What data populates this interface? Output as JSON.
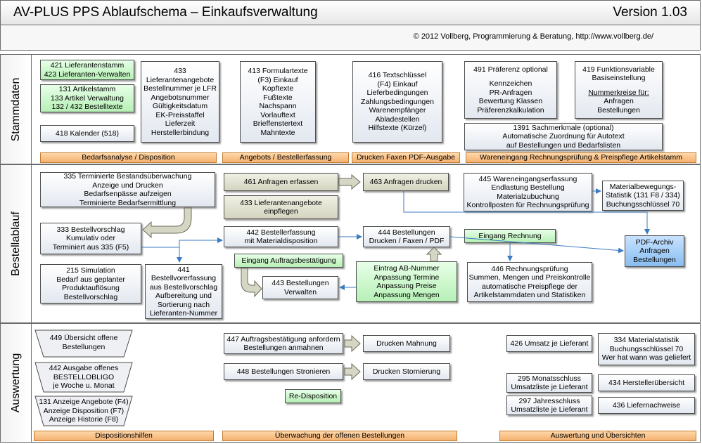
{
  "header": {
    "title": "AV-PLUS PPS   Ablaufschema – Einkaufsverwaltung",
    "version": "Version 1.03",
    "copyright": "© 2012 Vollberg,   Programmierung & Beratung,  http://www.vollberg.de/"
  },
  "bands": {
    "stammdaten": "Stammdaten",
    "bestellablauf": "Bestellablauf",
    "auswertung": "Auswertung"
  },
  "stammdaten": {
    "b421": [
      "421 Lieferantenstamm",
      "423 Lieferanten-Verwalten"
    ],
    "b131": [
      "131 Artikelstamm",
      "133 Artikel Verwaltung",
      "132 / 432 Bestelltexte"
    ],
    "b418": [
      "418 Kalender (518)"
    ],
    "b433": [
      "433",
      "Lieferantenangebote",
      "Bestellnummer je LFR",
      "Angebotsnummer",
      "Gültigkeitsdatum",
      "EK-Preisstaffel",
      "Lieferzeit",
      "Herstellerbindung"
    ],
    "b413": [
      "413 Formulartexte",
      "(F3) Einkauf",
      "Kopftexte",
      "Fußtexte",
      "Nachspann",
      "Vorlauftext",
      "Brieffenstertext",
      "Mahntexte"
    ],
    "b416": [
      "416 Textschlüssel",
      "(F4) Einkauf",
      "Lieferbedingungen",
      "Zahlungsbedingungen",
      "Warenempfänger",
      "Abladestellen",
      "Hilfstexte (Kürzel)"
    ],
    "b491": [
      "491 Präferenz optional",
      "",
      "Kennzeichen",
      "PR-Anfragen",
      "Bewertung Klassen",
      "Präferenzkalkulation"
    ],
    "b419_head": [
      "419 Funktionsvariable",
      "Basiseinstellung"
    ],
    "b419_link": "Nummerkreise für:",
    "b419_tail": [
      "Anfragen",
      "Bestellungen"
    ],
    "b1391": [
      "1391 Sachmerkmale (optional)",
      "Automatische Zuordnung für Autotext",
      "auf Bestellungen und Bedarfslisten"
    ],
    "orange": [
      "Bedarfsanalyse / Disposition",
      "Angebots / Bestellerfassung",
      "Drucken Faxen PDF-Ausgabe",
      "Wareneingang Rechnungsprüfung & Preispflege Artikelstamm"
    ]
  },
  "bestellablauf": {
    "b335": [
      "335 Terminierte Bestandsüberwachung",
      "Anzeige und Drucken",
      "Bedarfsenpässe aufzeigen",
      "Terminierte Bedarfsermittlung"
    ],
    "b333": [
      "333 Bestellvorschlag",
      "Kumulativ oder",
      "Terminiert aus 335 (F5)"
    ],
    "b215": [
      "215 Simulation",
      "Bedarf aus geplanter",
      "Produktauflösung",
      "Bestellvorschlag"
    ],
    "b441": [
      "441",
      "Bestellvorerfassung",
      "aus Bestellvorschlag",
      "Aufbereitung und",
      "Sortierung nach",
      "Lieferanten-Nummer"
    ],
    "b461": [
      "461 Anfragen erfassen"
    ],
    "b433e": [
      "433 Lieferantenangebote",
      "einpflegen"
    ],
    "b442": [
      "442 Bestellerfassung",
      "mit Materialdisposition"
    ],
    "auftrag": [
      "Eingang Auftragsbestätigung"
    ],
    "b443": [
      "443 Bestellungen",
      "Verwalten"
    ],
    "b463": [
      "463 Anfragen drucken"
    ],
    "b444": [
      "444 Bestellungen",
      "Drucken / Faxen / PDF"
    ],
    "eintrag": [
      "Eintrag AB-Nummer",
      "Anpassung Termine",
      "Anpassung Preise",
      "Anpassung Mengen"
    ],
    "b445": [
      "445 Wareneingangserfassung",
      "Endlastung Bestellung",
      "Materialzubuchung",
      "Kontrollposten für Rechnungsprüfung"
    ],
    "material": [
      "Materialbewegungs-",
      "Statistik (131 F8 / 334)",
      "Buchungsschlüssel 70"
    ],
    "rechnung": [
      "Eingang Rechnung"
    ],
    "b446": [
      "446 Rechnungsprüfung",
      "Summen, Mengen und Preiskontrolle",
      "automatische Preispflege der",
      "Artikelstammdaten und Statistiken"
    ],
    "pdf": [
      "PDF-Archiv",
      "Anfragen",
      "Bestellungen"
    ]
  },
  "auswertung": {
    "b449": [
      "449 Übersicht offene",
      "Bestellungen"
    ],
    "b442a": [
      "442  Ausgabe offenes",
      "BESTELLOBLIGO",
      "je Woche u. Monat"
    ],
    "b131a": [
      "131 Anzeige Angebote (F4)",
      "Anzeige Disposition (F7)",
      "Anzeige Historie (F8)"
    ],
    "b447": [
      "447 Auftragsbestätigung anfordern",
      "Bestellungen anmahnen"
    ],
    "mahnung": [
      "Drucken Mahnung"
    ],
    "b448": [
      "448 Bestellungen Stronieren"
    ],
    "storn": [
      "Drucken Stornierung"
    ],
    "redispo": [
      "Re-Disposition"
    ],
    "b426": [
      "426 Umsatz je Lieferant"
    ],
    "b334": [
      "334 Materialstatistik",
      "Buchungsschlüssel 70",
      "Wer hat wann was geliefert"
    ],
    "b295": [
      "295 Monatsschluss",
      "Umsatzliste je Lieferant"
    ],
    "b434": [
      "434 Herstellerübersicht"
    ],
    "b297": [
      "297 Jahresschluss",
      "Umsatzliste je Lieferant"
    ],
    "b436": [
      "436 Liefernachweise"
    ],
    "orange": [
      "Dispositionshilfen",
      "Überwachung der offenen Bestellungen",
      "Auswertung und Übersichten"
    ]
  }
}
